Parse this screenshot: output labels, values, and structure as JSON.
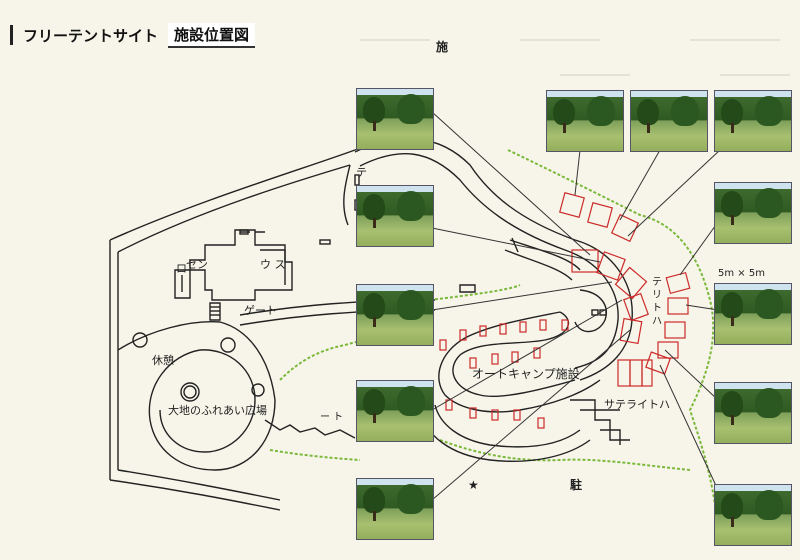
{
  "title": {
    "main": "フリーテントサイト",
    "sub": "施設位置図"
  },
  "labels": {
    "top_center": "施",
    "te": "テ",
    "sen": "セン",
    "ro": "ロ",
    "uu": "ウ ス",
    "gate": "ゲート",
    "kyukei": "休憩",
    "hiroba": "大地のふれあい広場",
    "ice": "ー ト",
    "auto_camp": "オートキャンプ施設",
    "satellite": "サテライトハ",
    "size": "5m × 5m",
    "vertical": "テ リ ト ハ",
    "parking": "駐",
    "star": "★"
  },
  "photos_count_note": "",
  "colors": {
    "background": "#f7f5e9",
    "road": "#222222",
    "site_red": "#cc2a2a",
    "green_border": "#7ab83a",
    "leader": "#333333"
  }
}
